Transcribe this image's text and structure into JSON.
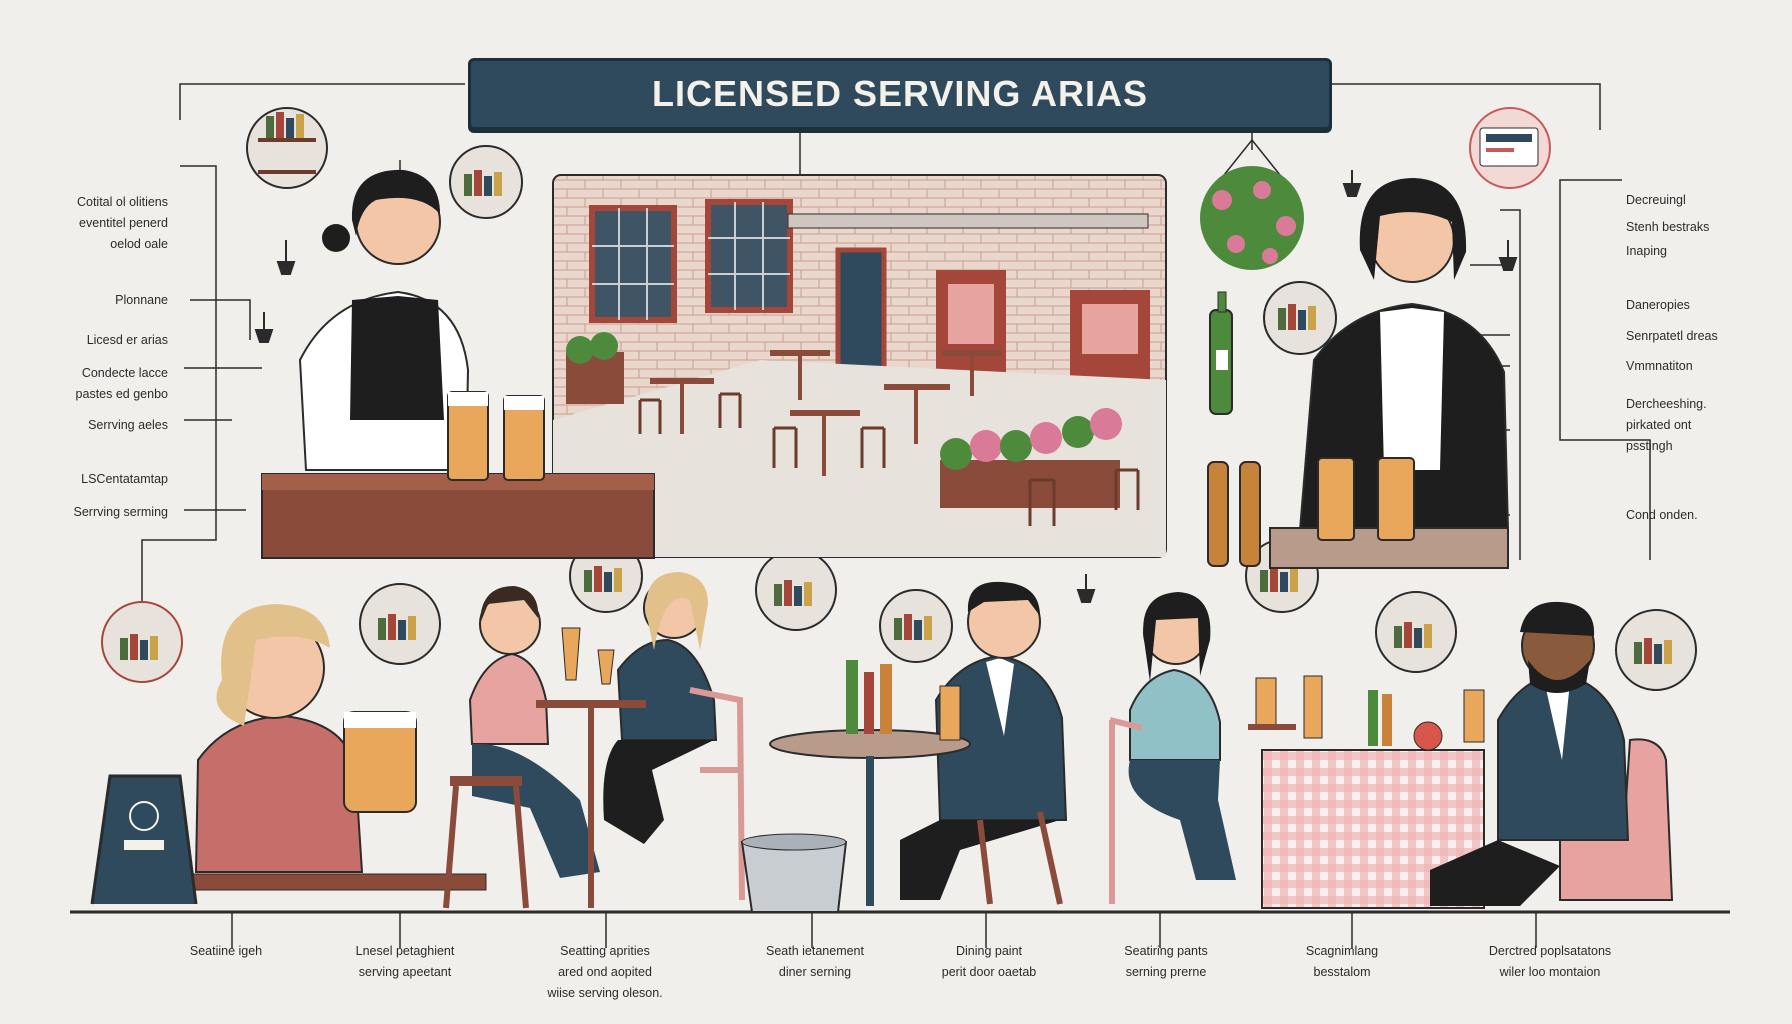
{
  "title": "LICENSED SERVING ARIAS",
  "left_labels": [
    "Cotital ol olitiens",
    "eventitel penerd",
    "oelod oale",
    "Plonnane",
    "Licesd er arias",
    "Condecte lacce",
    "pastes ed genbo",
    "Serrving aeles",
    "LSCentatamtap",
    "Serrving serming"
  ],
  "right_labels": [
    "Decreuingl",
    "Stenh bestraks",
    "Inaping",
    "Daneropies",
    "Senrpatetl dreas",
    "Vmmnatiton",
    "Dercheeshing.",
    "pirkated ont",
    "psstingh",
    "Cond onden."
  ],
  "bottom_labels": [
    "Seatiine igeh",
    "Lnesel petaghient",
    "serving apeetant",
    "Seatting aprities",
    "ared ond aopited",
    "wiise serving oleson.",
    "Seath ietanement",
    "diner serning",
    "Dining paint",
    "perit door oaetab",
    "Seatiring pants",
    "serning prerne",
    "Scagnimlang",
    "besstalom",
    "Derctred poplsatatons",
    "wiler loo montaion"
  ],
  "palette": {
    "background": "#f1efeb",
    "banner": "#2e4a5c",
    "brick": "#b85c45",
    "bar_wood": "#8a4b3a",
    "pink": "#e6a3a0",
    "navy": "#2e4a5c",
    "leaf": "#4d8a3c",
    "beer": "#e8a75a"
  },
  "icons": [
    "bottle-shelf-icon",
    "pendant-lamp-icon",
    "hanging-basket-icon",
    "licence-card-icon",
    "sandwich-board-sign",
    "ice-bucket-icon"
  ]
}
